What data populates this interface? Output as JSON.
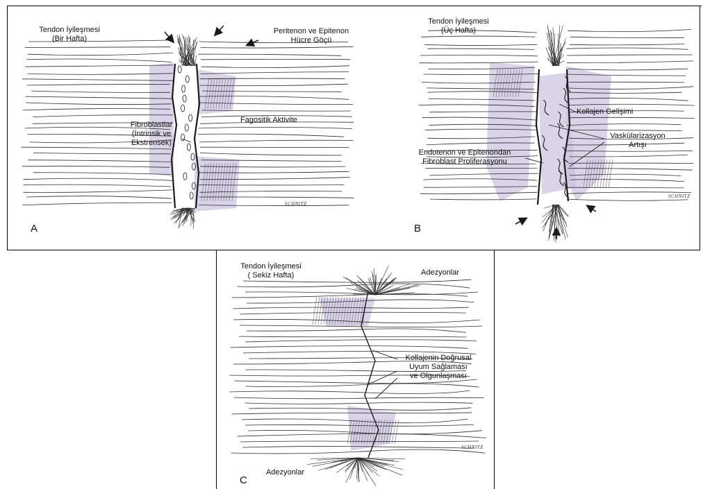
{
  "panels": {
    "a": {
      "letter": "A",
      "title_line1": "Tendon İyileşmesi",
      "title_line2": "(Bir Hafta)",
      "migration_line1": "Peritenon ve Epitenon",
      "migration_line2": "Hücre Göçü",
      "phagocytic": "Fagositik Aktivite",
      "fibroblast_line1": "Fibroblastlar",
      "fibroblast_line2": "(İntrinsik ve",
      "fibroblast_line3": "Ekstrensek)",
      "signature": "SCHNITZ"
    },
    "b": {
      "letter": "B",
      "title_line1": "Tendon İyileşmesi",
      "title_line2": "(Üç Hafta)",
      "collagen": "Kollajen Gelişimi",
      "vascular_line1": "Vaskülarizasyon",
      "vascular_line2": "Artışı",
      "prolif_line1": "Endotenon ve Epitenondan",
      "prolif_line2": "Fibroblast Proliferasyonu",
      "signature": "SCHNITZ"
    },
    "c": {
      "letter": "C",
      "title_line1": "Tendon İyileşmesi",
      "title_line2": "( Sekiz Hafta)",
      "adhesions_top": "Adezyonlar",
      "adhesions_bottom": "Adezyonlar",
      "alignment_line1": "Kollajenin Doğrusal",
      "alignment_line2": "Uyum Sağlaması",
      "alignment_line3": "ve Olgunlaşması",
      "signature": "SCHNITZ"
    }
  },
  "colors": {
    "ink": "#1a1a1a",
    "fiber": "#2b2b2b",
    "shading": "#c9c2de",
    "hatch": "#6a6a7a"
  }
}
